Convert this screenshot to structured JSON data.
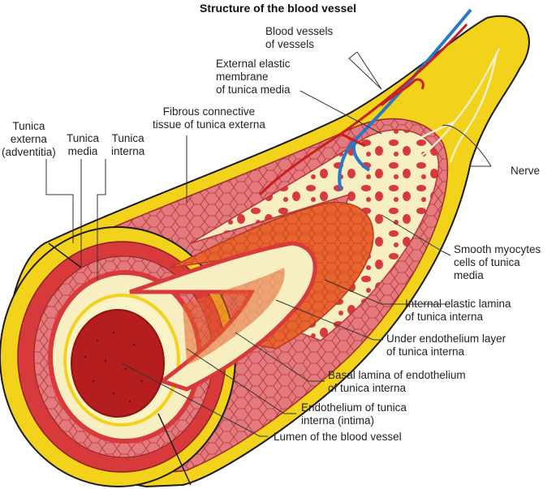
{
  "title": "Structure of the blood vessel",
  "labels": {
    "tunica_externa": "Tunica\nexterna\n(adventitia)",
    "tunica_media": "Tunica\nmedia",
    "tunica_interna": "Tunica\ninterna",
    "fibrous_tissue": "Fibrous connective\ntissue of tunica externa",
    "external_elastic": "External elastic\nmembrane\nof tunica media",
    "vasa_vasorum": "Blood vessels\nof vessels",
    "nerve": "Nerve",
    "smooth_myocytes": "Smooth myocytes\ncells of tunica\nmedia",
    "internal_elastic": "Internal elastic lamina\nof tunica interna",
    "under_endothelium": "Under endothelium layer\nof tunica interna",
    "basal_lamina": "Basal lamina of endothelium\nof tunica interna",
    "endothelium": "Endothelium of tunica\ninterna (intima)",
    "lumen": "Lumen of the blood vessel"
  },
  "colors": {
    "outer_yellow": "#f2d21b",
    "media_red": "#d8393a",
    "media_pink": "#e9858a",
    "cream": "#fbf3c8",
    "lumen": "#b51e1e",
    "vein_blue": "#2a78c8",
    "artery_red": "#c8201e",
    "nerve": "#f3efc8"
  }
}
